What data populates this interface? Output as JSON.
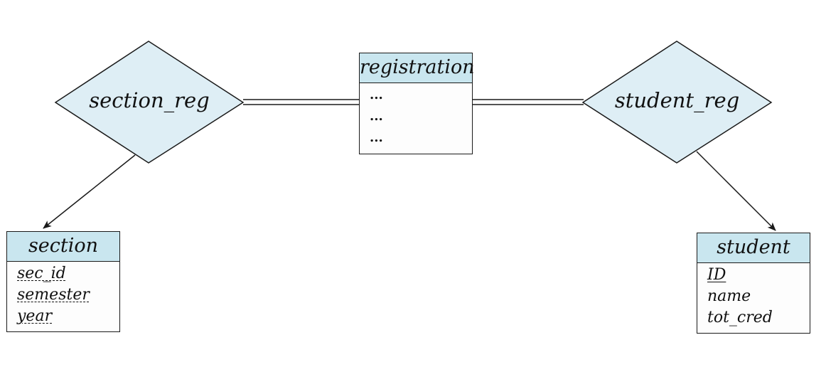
{
  "entities": {
    "registration": {
      "name": "registration",
      "attributes": [
        "...",
        "...",
        "..."
      ]
    },
    "section": {
      "name": "section",
      "attributes": [
        "sec_id",
        "semester",
        "year"
      ]
    },
    "student": {
      "name": "student",
      "attributes": [
        "ID",
        "name",
        "tot_cred"
      ]
    }
  },
  "relationships": {
    "section_reg": {
      "name": "section_reg"
    },
    "student_reg": {
      "name": "student_reg"
    }
  },
  "colors": {
    "entity_header": "#c9e6ef",
    "relationship_fill": "#deeef5",
    "line": "#1a1a1a"
  }
}
